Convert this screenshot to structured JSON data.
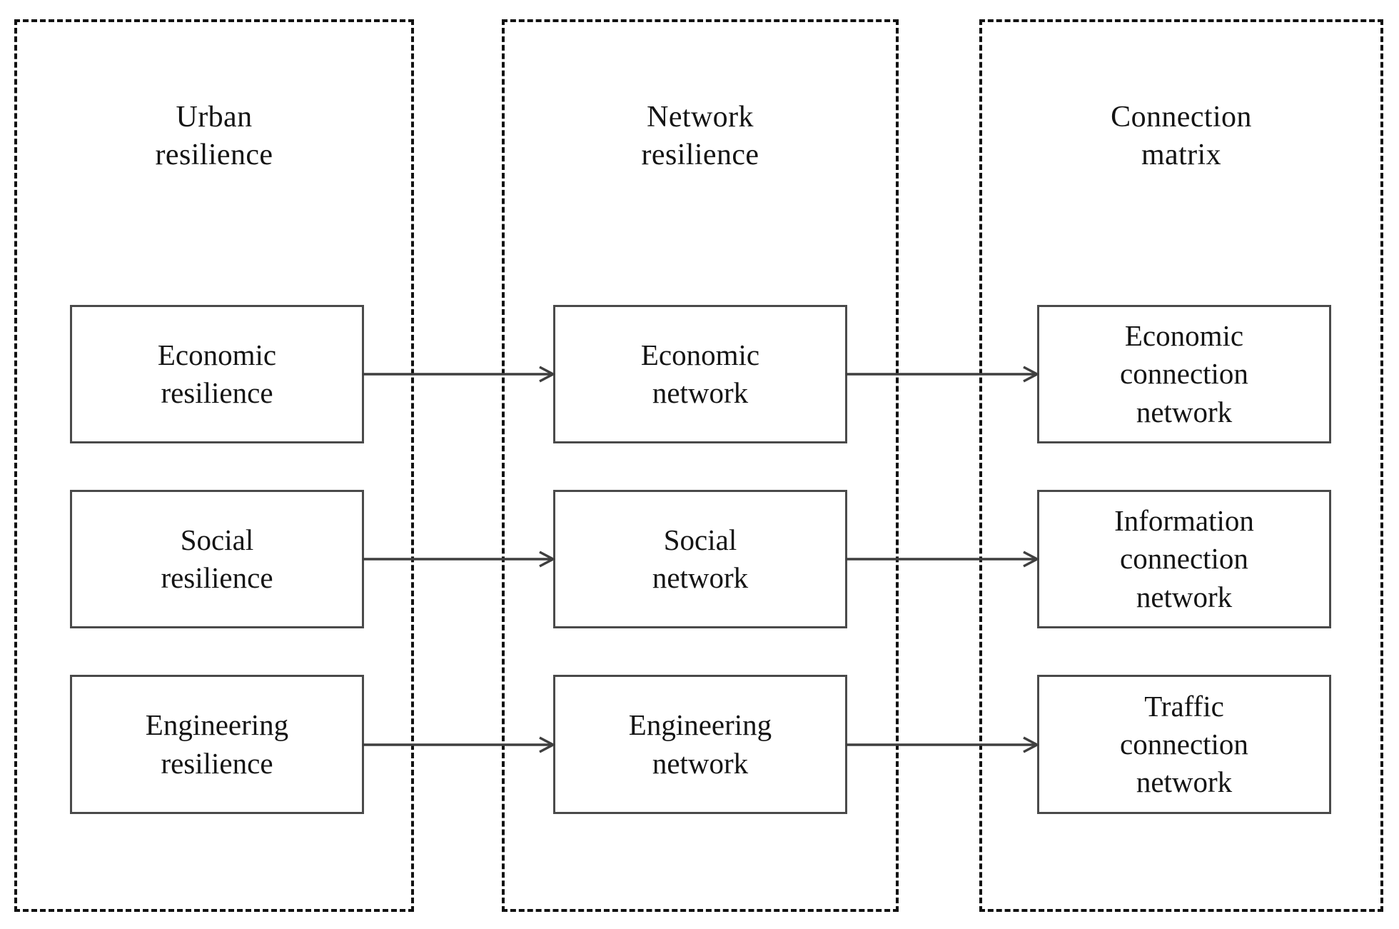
{
  "diagram": {
    "title": "Urban resilience to network resilience to connection matrix mapping",
    "background_color": "#ffffff",
    "line_color": "#4a4a4a",
    "text_color": "#141414",
    "dash_color": "#111111"
  },
  "groups": [
    {
      "id": "urban",
      "title": "Urban\nresilience"
    },
    {
      "id": "network",
      "title": "Network\nresilience"
    },
    {
      "id": "connection",
      "title": "Connection\nmatrix"
    }
  ],
  "nodes": {
    "urban": [
      {
        "id": "economic-resilience",
        "label": "Economic\nresilience"
      },
      {
        "id": "social-resilience",
        "label": "Social\nresilience"
      },
      {
        "id": "engineering-resilience",
        "label": "Engineering\nresilience"
      }
    ],
    "network": [
      {
        "id": "economic-network",
        "label": "Economic\nnetwork"
      },
      {
        "id": "social-network",
        "label": "Social\nnetwork"
      },
      {
        "id": "engineering-network",
        "label": "Engineering\nnetwork"
      }
    ],
    "connection": [
      {
        "id": "economic-connection-network",
        "label": "Economic\nconnection\nnetwork"
      },
      {
        "id": "information-connection-network",
        "label": "Information\nconnection\nnetwork"
      },
      {
        "id": "traffic-connection-network",
        "label": "Traffic\nconnection\nnetwork"
      }
    ]
  },
  "edges": [
    {
      "id": "economic-resilience-to-economic-network",
      "from": "economic-resilience",
      "to": "economic-network",
      "style": "arrow"
    },
    {
      "id": "social-resilience-to-social-network",
      "from": "social-resilience",
      "to": "social-network",
      "style": "arrow"
    },
    {
      "id": "engineering-resilience-to-engineering-network",
      "from": "engineering-resilience",
      "to": "engineering-network",
      "style": "arrow"
    },
    {
      "id": "economic-network-to-economic-connection",
      "from": "economic-network",
      "to": "economic-connection-network",
      "style": "arrow"
    },
    {
      "id": "social-network-to-information-connection",
      "from": "social-network",
      "to": "information-connection-network",
      "style": "arrow"
    },
    {
      "id": "engineering-network-to-traffic-connection",
      "from": "engineering-network",
      "to": "traffic-connection-network",
      "style": "arrow"
    }
  ]
}
